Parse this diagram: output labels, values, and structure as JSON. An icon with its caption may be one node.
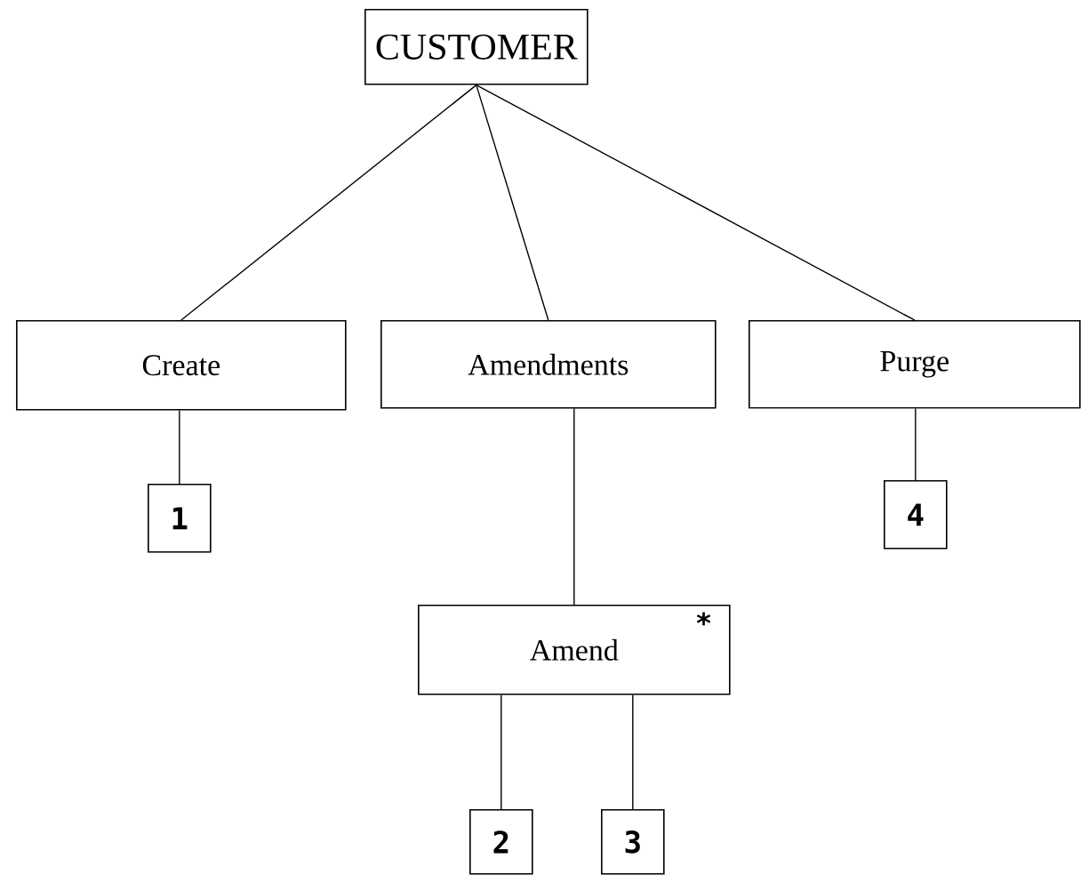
{
  "diagram": {
    "nodes": [
      {
        "text": [
          "CUSTOMER"
        ]
      },
      {
        "text": [
          "Create"
        ]
      },
      {
        "text": [
          "Amendments"
        ]
      },
      {
        "text": [
          "Purge"
        ]
      },
      {
        "text": [
          "1"
        ]
      },
      {
        "text": [
          "4"
        ]
      },
      {
        "text": [
          "Amend",
          "*"
        ]
      },
      {
        "text": [
          "2"
        ]
      },
      {
        "text": [
          "3"
        ]
      }
    ],
    "edges": [
      {
        "from": 0,
        "to": 1,
        "arrow": "none"
      },
      {
        "from": 0,
        "to": 2,
        "arrow": "none"
      },
      {
        "from": 0,
        "to": 3,
        "arrow": "none"
      },
      {
        "from": 1,
        "to": 4,
        "arrow": "none"
      },
      {
        "from": 3,
        "to": 5,
        "arrow": "none"
      },
      {
        "from": 2,
        "to": 6,
        "arrow": "none"
      },
      {
        "from": 6,
        "to": 7,
        "arrow": "none"
      },
      {
        "from": 6,
        "to": 8,
        "arrow": "none"
      }
    ]
  }
}
